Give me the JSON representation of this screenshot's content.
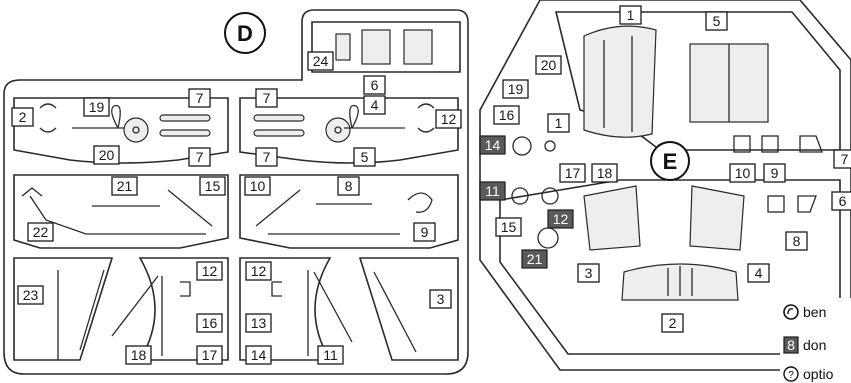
{
  "sprues": {
    "D": {
      "letter": "D"
    },
    "E": {
      "letter": "E"
    }
  },
  "labels": {
    "d2": "2",
    "d19": "19",
    "d20": "20",
    "d7a": "7",
    "d7b": "7",
    "d24": "24",
    "d6": "6",
    "d7c": "7",
    "d4": "4",
    "d12top": "12",
    "d7d": "7",
    "d5": "5",
    "d21": "21",
    "d15": "15",
    "d22": "22",
    "d10": "10",
    "d8": "8",
    "d9": "9",
    "d23": "23",
    "d12a": "12",
    "d16": "16",
    "d18": "18",
    "d17": "17",
    "d12b": "12",
    "d13": "13",
    "d14": "14",
    "d11": "11",
    "d3": "3",
    "e1": "1",
    "e5": "5",
    "e20": "20",
    "e19": "19",
    "e16": "16",
    "e1b": "1",
    "e17": "17",
    "e18": "18",
    "e7": "7",
    "e10": "10",
    "e9": "9",
    "e6": "6",
    "e15": "15",
    "e8": "8",
    "e3": "3",
    "e4": "4",
    "e2": "2"
  },
  "dark_labels": {
    "e14": "14",
    "e11": "11",
    "e12": "12",
    "e21": "21"
  },
  "legend": {
    "bend": "ben",
    "dont_num": "8",
    "dont": "don",
    "optional_icon": "?",
    "optional": "optio"
  }
}
